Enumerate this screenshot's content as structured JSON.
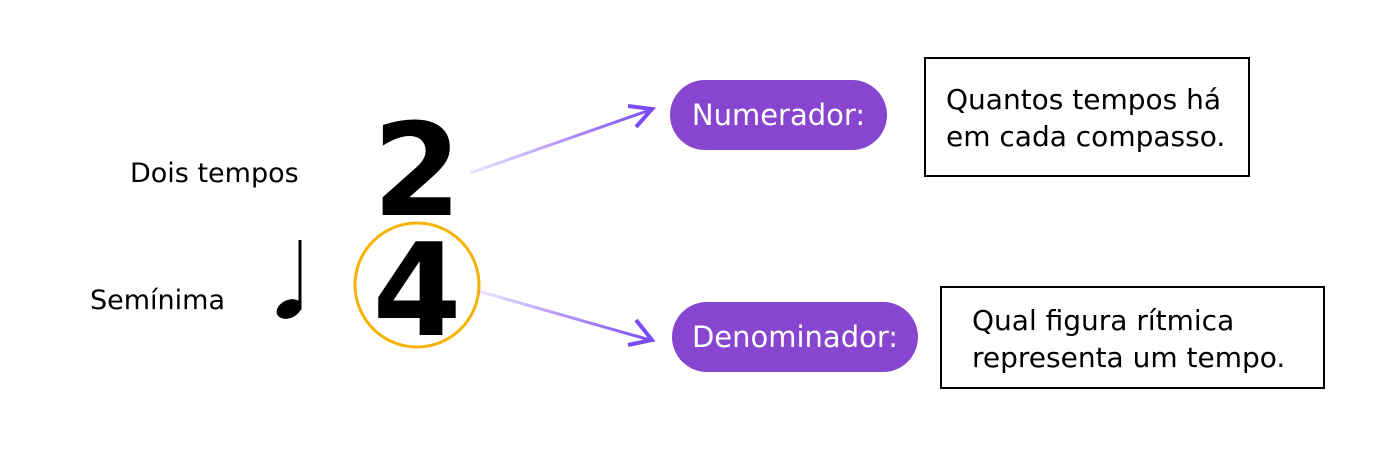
{
  "left_labels": {
    "top": "Dois tempos",
    "bottom": "Semínima"
  },
  "time_signature": {
    "numerator": "2",
    "denominator": "4"
  },
  "pills": {
    "numerator": "Numerador:",
    "denominator": "Denominador:"
  },
  "descriptions": {
    "numerator": [
      "Quantos tempos há",
      "em cada compasso."
    ],
    "denominator": [
      "Qual figura rítmica",
      "representa um tempo."
    ]
  },
  "colors": {
    "pill": "#8845cf",
    "arrow": "#7b4cf5",
    "circle": "#f5b301"
  }
}
